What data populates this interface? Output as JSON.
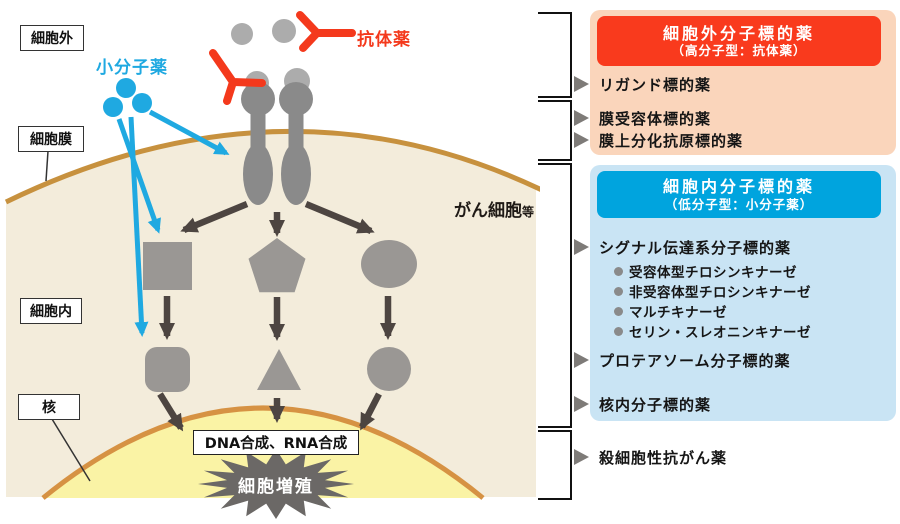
{
  "colors": {
    "cyan": "#1FA9E1",
    "red": "#F4391C",
    "header_red": "#F93A1D",
    "panel_peach": "#FAD5BB",
    "header_blue": "#00A4DE",
    "panel_blue": "#C9E4F4",
    "membrane": "#C7913E",
    "cell_fill": "#F3ECDB",
    "nucleus_fill": "#FAF3A5",
    "nucleus_border": "#D69243",
    "shape_gray": "#9A9794",
    "receptor_gray": "#8A8A8A",
    "ligand_gray": "#ACACAC",
    "arrow_dark": "#4D4541",
    "star_gray": "#6B6866",
    "bullet_gray": "#7E7B78",
    "dot_gray": "#8A8A8A",
    "text_dark": "#1A1A1A"
  },
  "cell": {
    "region_labels": {
      "extracellular": "細胞外",
      "membrane": "細胞膜",
      "intracellular": "細胞内",
      "nucleus": "核"
    },
    "annotations": {
      "small_molecule_drug": "小分子薬",
      "antibody_drug": "抗体薬",
      "cancer_cell": "がん細胞",
      "cancer_cell_suffix": "等",
      "dna_rna_synthesis": "DNA合成、RNA合成",
      "cell_proliferation": "細胞増殖"
    }
  },
  "panels": {
    "extracellular": {
      "title": "細胞外分子標的薬",
      "subtitle": "（高分子型：抗体薬）",
      "items": [
        "リガンド標的薬",
        "膜受容体標的薬",
        "膜上分化抗原標的薬"
      ]
    },
    "intracellular": {
      "title": "細胞内分子標的薬",
      "subtitle": "（低分子型：小分子薬）",
      "items": [
        "シグナル伝達系分子標的薬",
        "プロテアソーム分子標的薬",
        "核内分子標的薬"
      ],
      "kinases": [
        "受容体型チロシンキナーゼ",
        "非受容体型チロシンキナーゼ",
        "マルチキナーゼ",
        "セリン・スレオニンキナーゼ"
      ]
    },
    "cytotoxic_label": "殺細胞性抗がん薬"
  }
}
